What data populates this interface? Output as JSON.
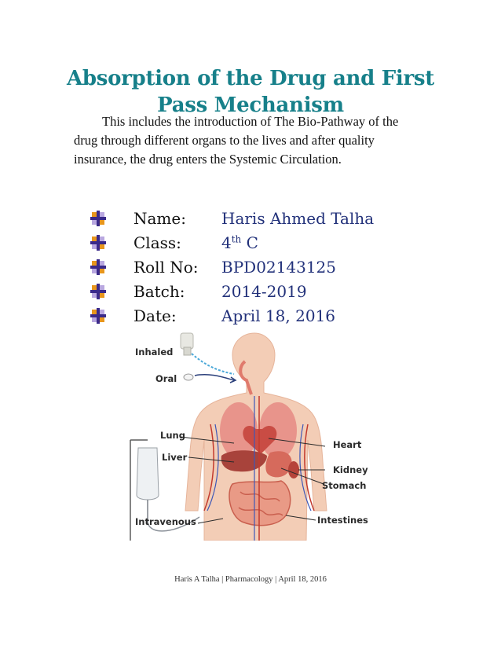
{
  "title": {
    "line1": "Absorption of the Drug and First",
    "line2": "Pass Mechanism"
  },
  "intro": "This includes the introduction of The Bio-Pathway of the drug through different organs to the lives and after quality insurance, the drug enters the Systemic Circulation.",
  "info": {
    "name_label": "Name:",
    "name_value": "Haris Ahmed Talha",
    "class_label": "Class:",
    "class_value_num": "4",
    "class_value_sup": "th",
    "class_value_rest": " C",
    "roll_label": "Roll No:",
    "roll_value": "BPD02143125",
    "batch_label": "Batch:",
    "batch_value": "2014-2019",
    "date_label": "Date:",
    "date_value": "April 18, 2016"
  },
  "diagram": {
    "labels": {
      "inhaled": "Inhaled",
      "oral": "Oral",
      "lung": "Lung",
      "liver": "Liver",
      "intravenous": "Intravenous",
      "heart": "Heart",
      "kidney": "Kidney",
      "stomach": "Stomach",
      "intestines": "Intestines"
    }
  },
  "footer": "Haris A Talha | Pharmacology | April 18, 2016",
  "colors": {
    "title": "#17808a",
    "value_text": "#22317a",
    "bullet_purple": "#3a2a8a",
    "bullet_orange": "#e8961c"
  }
}
